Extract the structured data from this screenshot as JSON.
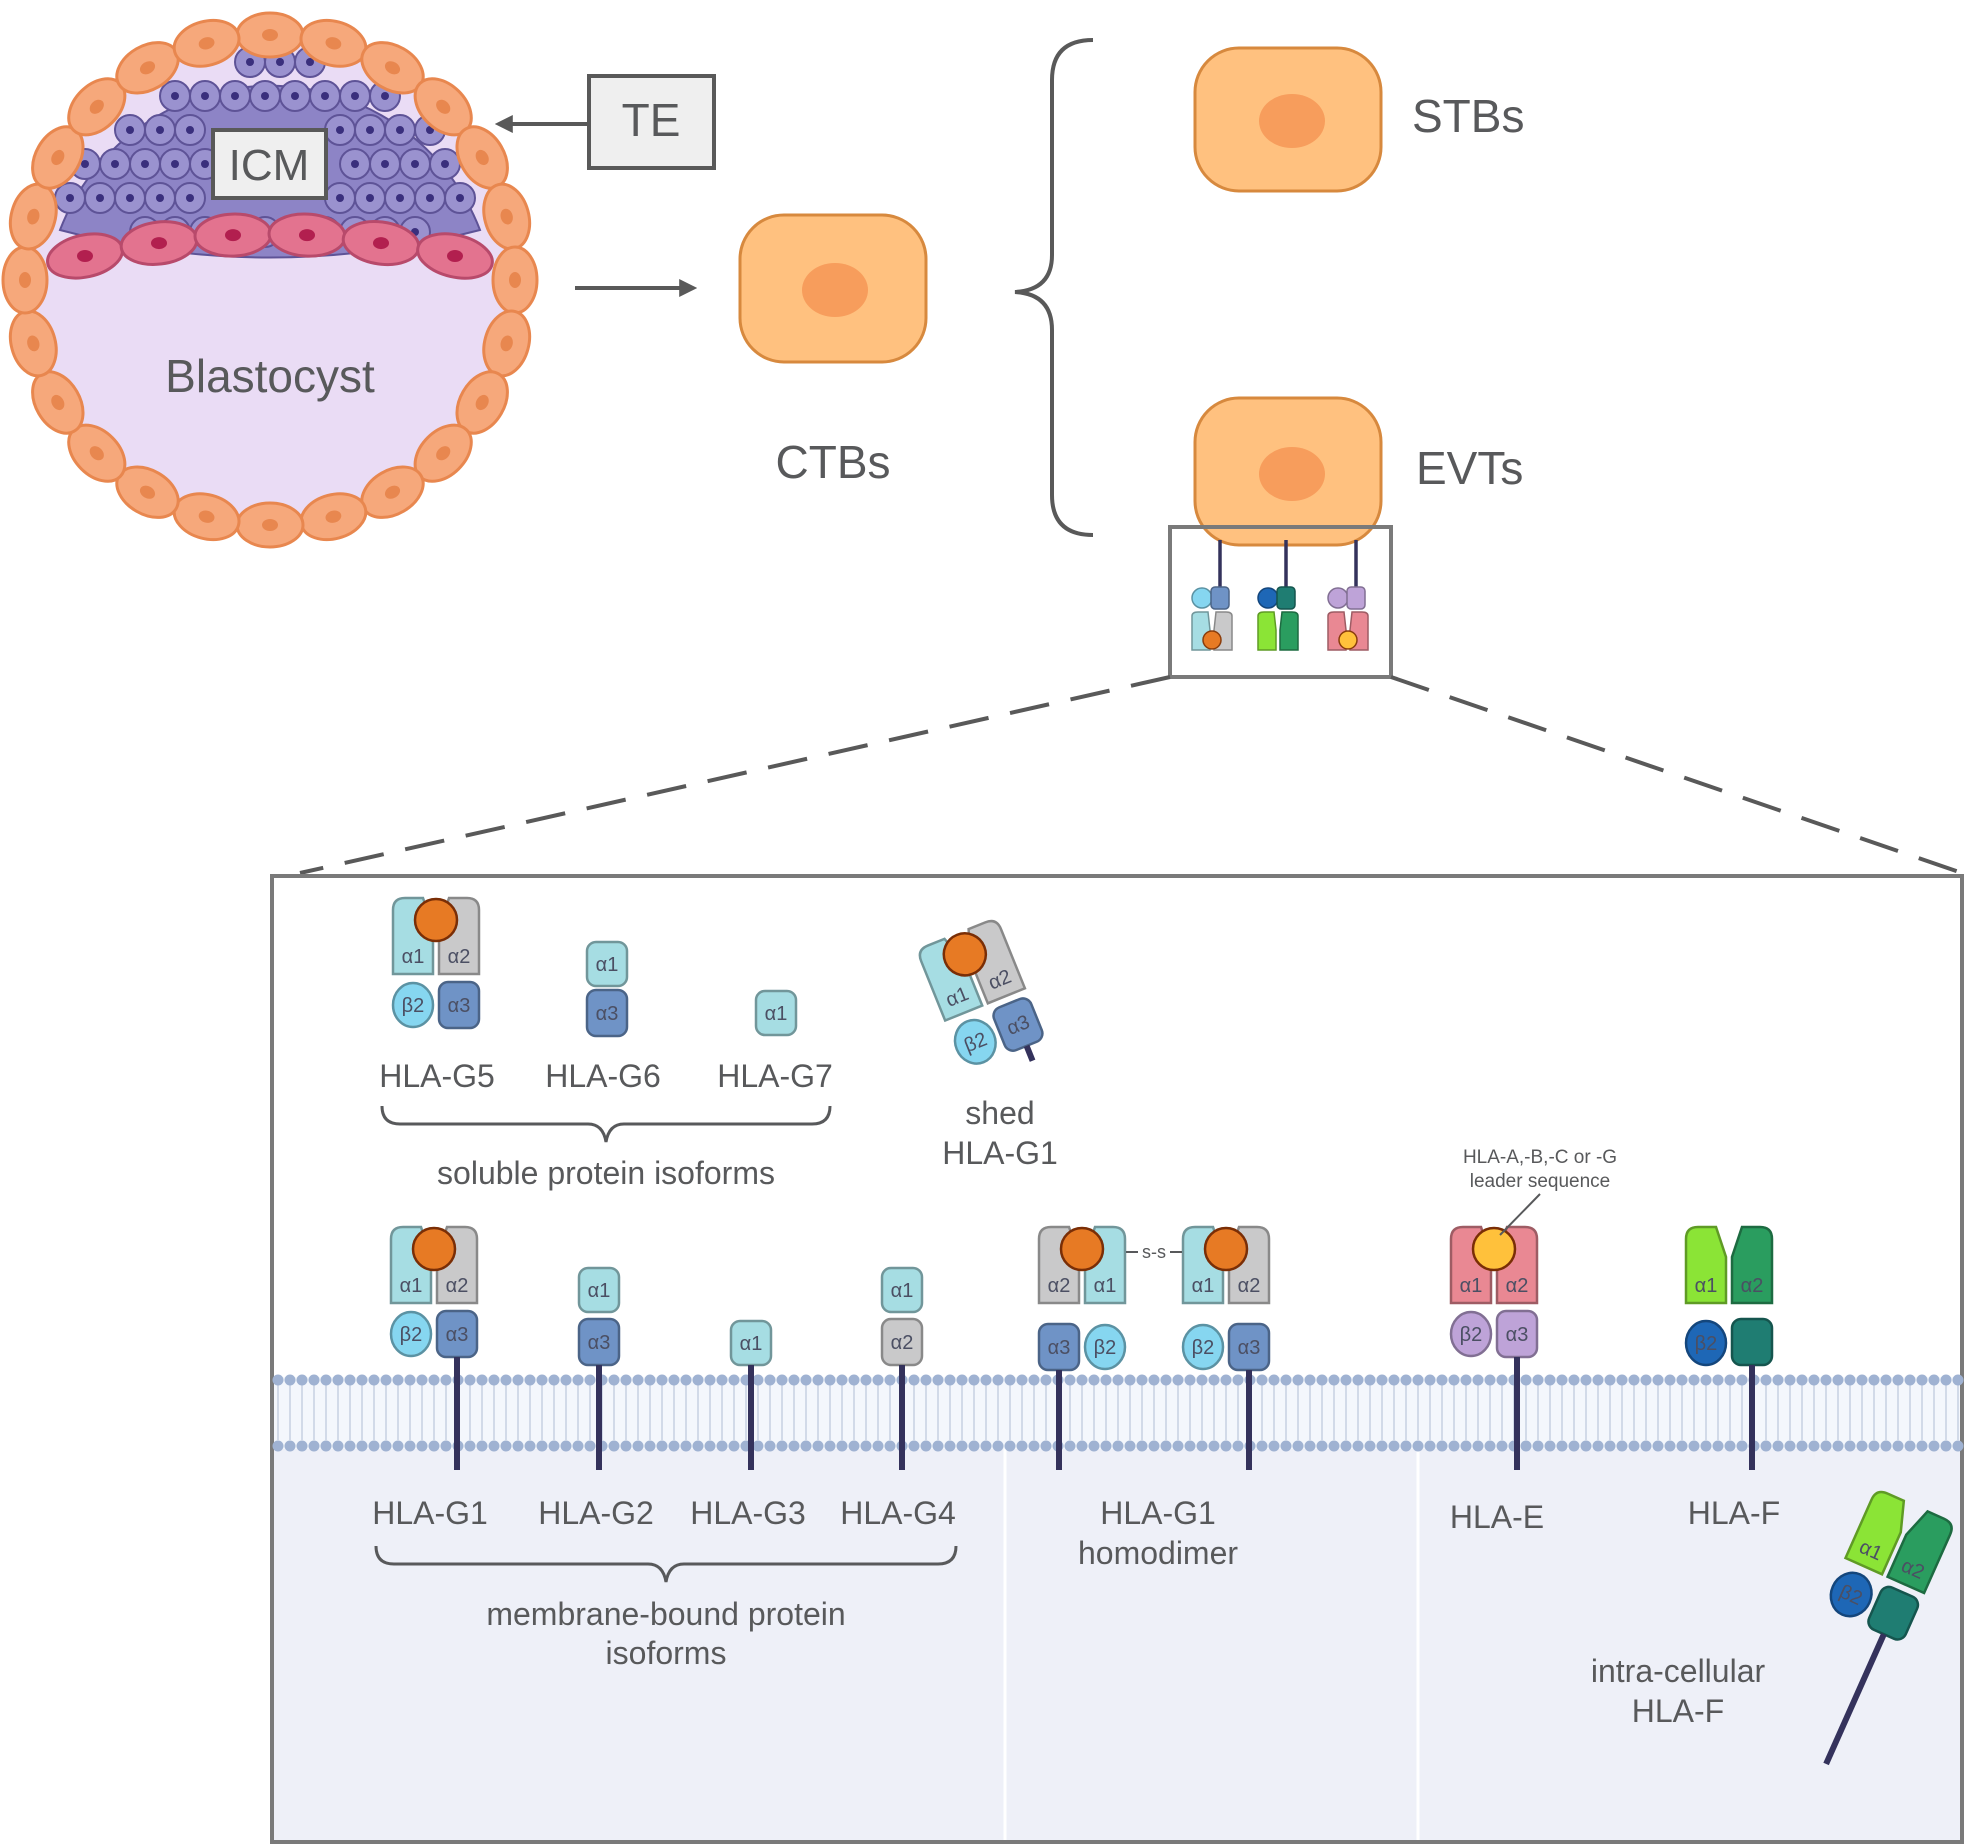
{
  "top": {
    "icm_label": "ICM",
    "te_label": "TE",
    "blastocyst_label": "Blastocyst",
    "ctbs_label": "CTBs",
    "stbs_label": "STBs",
    "evts_label": "EVTs"
  },
  "inset": {
    "soluble": {
      "g5_label": "HLA-G5",
      "g6_label": "HLA-G6",
      "g7_label": "HLA-G7",
      "group_label": "soluble protein isoforms"
    },
    "shed": {
      "line1": "shed",
      "line2": "HLA-G1"
    },
    "membrane": {
      "g1_label": "HLA-G1",
      "g2_label": "HLA-G2",
      "g3_label": "HLA-G3",
      "g4_label": "HLA-G4",
      "group_line1": "membrane-bound protein",
      "group_line2": "isoforms"
    },
    "homodimer": {
      "line1": "HLA-G1",
      "line2": "homodimer",
      "disulfide": "s-s"
    },
    "hla_e": {
      "label": "HLA-E",
      "annotation_line1": "HLA-A,-B,-C or -G",
      "annotation_line2": "leader sequence"
    },
    "hla_f": {
      "label": "HLA-F"
    },
    "intracellular": {
      "line1": "intra-cellular",
      "line2": "HLA-F"
    },
    "domains": {
      "a1": "α1",
      "a2": "α2",
      "a3": "α3",
      "b2": "β2"
    }
  },
  "colors": {
    "te_cell_fill": "#f6a87b",
    "te_cell_stroke": "#e8874f",
    "icm_fill": "#8d84c6",
    "hypoblast_fill": "#e3738f",
    "blastocoel_fill": "#eadcf5",
    "troph_cell_fill": "#ffc17f",
    "troph_nucleus": "#f79d5c",
    "hla_g_teal": "#a6dde3",
    "hla_g_grey": "#c9c9ca",
    "a3_blue": "#6f93c6",
    "b2_lightblue": "#86d6f0",
    "peptide_orange": "#e77a24",
    "leader_yellow": "#ffc13b",
    "hla_e_pink": "#e98893",
    "hla_e_purple": "#bea3d8",
    "hla_f_green": "#8be436",
    "hla_f_darkgreen": "#2a9d5f",
    "hla_f_teal": "#1f7d72",
    "hla_f_blue": "#1e67b6",
    "stalk": "#34325c",
    "cytoplasm_fill": "#eef0f8",
    "membrane_dot": "#9fb2d2"
  }
}
